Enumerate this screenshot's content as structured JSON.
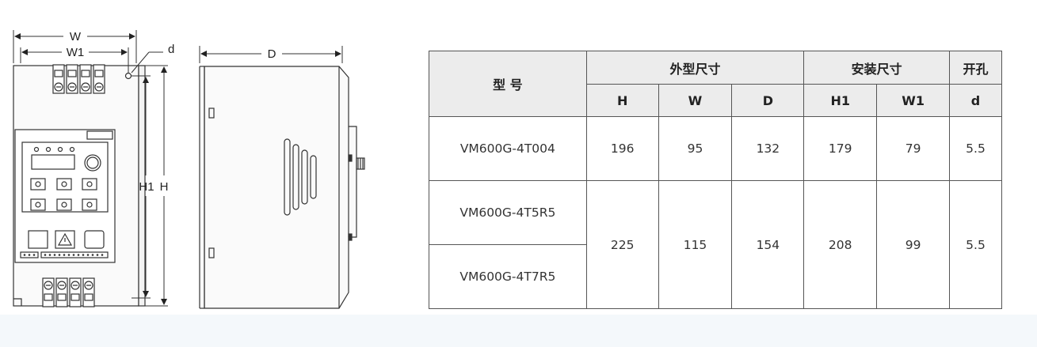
{
  "drawing": {
    "labels": {
      "w": "W",
      "w1": "W1",
      "d": "d",
      "depth": "D",
      "h1": "H1",
      "h": "H"
    }
  },
  "table": {
    "header": {
      "model": "型 号",
      "outer_dims": "外型尺寸",
      "mount_dims": "安装尺寸",
      "hole": "开孔",
      "cols": [
        "H",
        "W",
        "D",
        "H1",
        "W1",
        "d"
      ]
    },
    "rows": [
      {
        "model": "VM600G-4T004",
        "H": "196",
        "W": "95",
        "D": "132",
        "H1": "179",
        "W1": "79",
        "d": "5.5"
      },
      {
        "model": "VM600G-4T5R5"
      },
      {
        "model": "VM600G-4T7R5"
      }
    ],
    "merged": {
      "H": "225",
      "W": "115",
      "D": "154",
      "H1": "208",
      "W1": "99",
      "d": "5.5"
    }
  }
}
